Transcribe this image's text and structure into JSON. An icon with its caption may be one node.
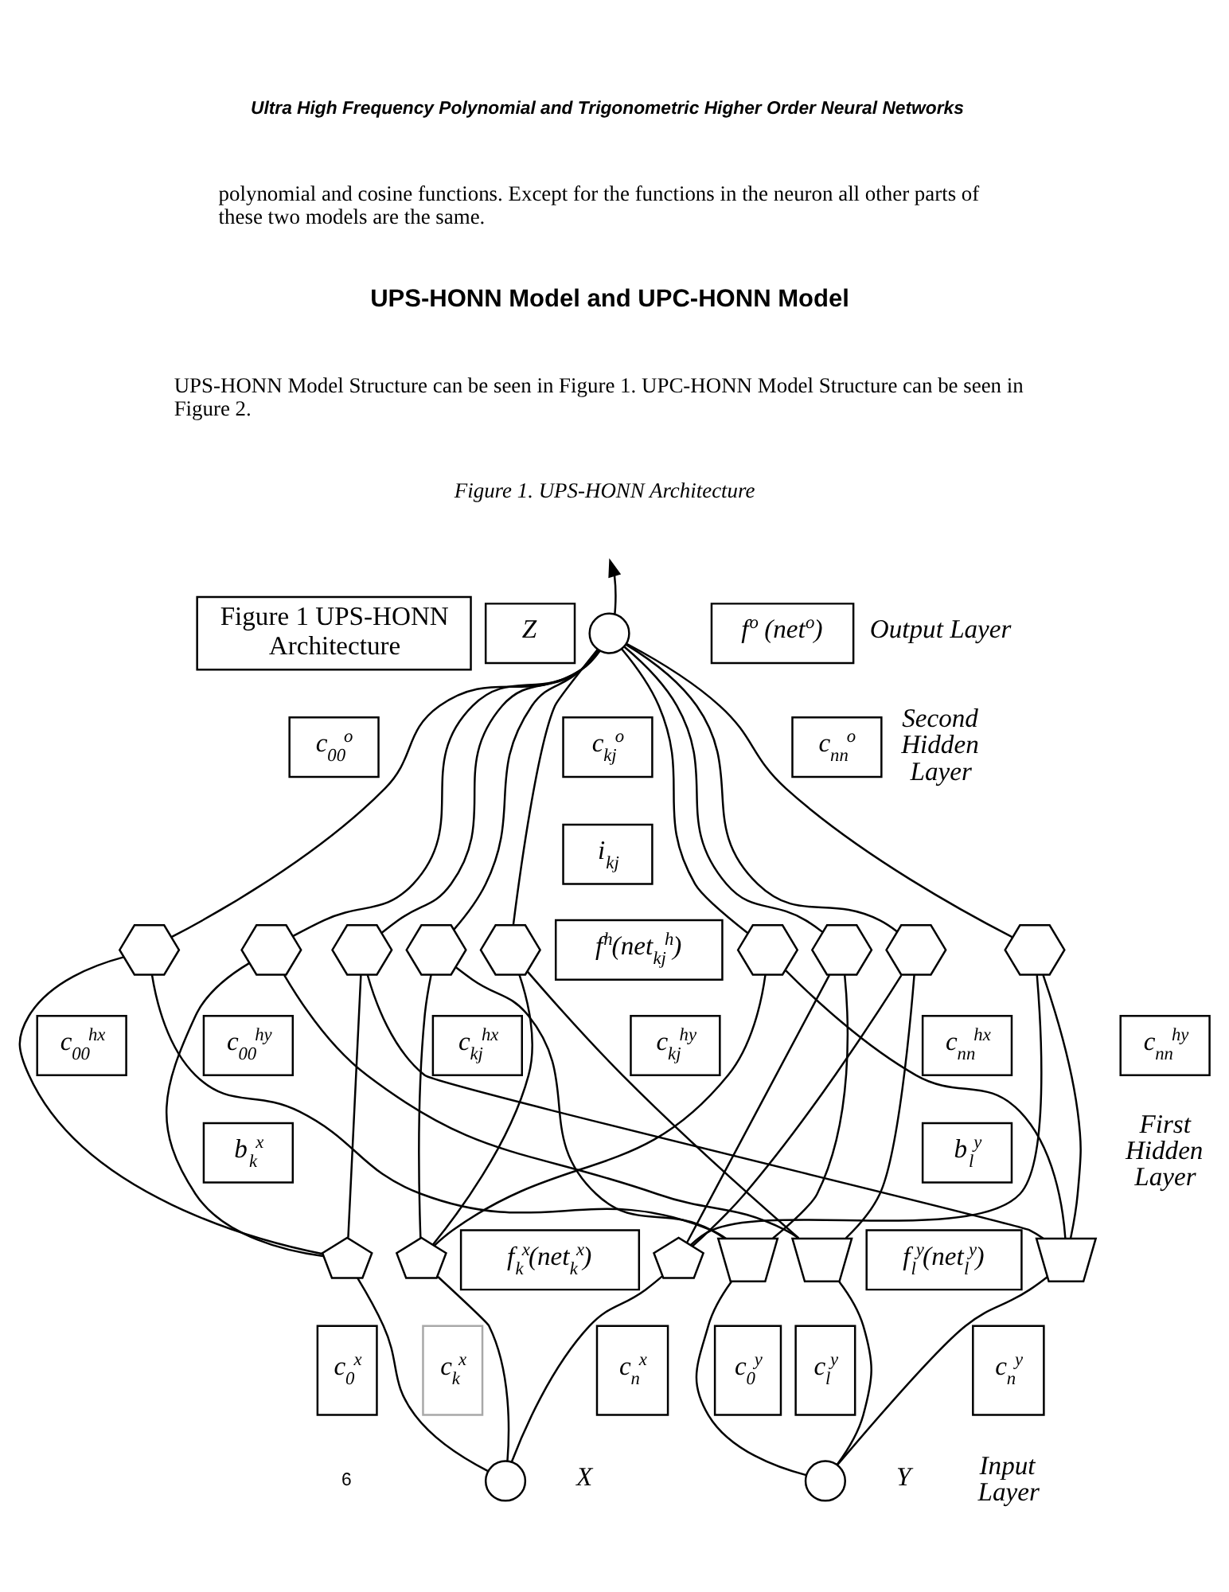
{
  "diagram": {
    "caption": "Figure 1. UPS-HONN Architecture",
    "nodes": [
      {
        "text": [
          "Figure 1 UPS-HONN Architecture"
        ]
      },
      {
        "text": [
          "Z"
        ]
      },
      {
        "text": [],
        "shape": "circle"
      },
      {
        "text": [
          "f$^{o}$ (net$^{o}$)"
        ]
      },
      {
        "text": [
          "c$_{00}$$^{o}$"
        ]
      },
      {
        "text": [
          "c$_{kj}$$^{o}$"
        ]
      },
      {
        "text": [
          "c$_{nn}$$^{o}$"
        ]
      },
      {
        "text": [
          "i$_{kj}$"
        ]
      },
      {
        "text": [],
        "shape": "hexagon"
      },
      {
        "text": [],
        "shape": "hexagon"
      },
      {
        "text": [],
        "shape": "hexagon"
      },
      {
        "text": [],
        "shape": "hexagon"
      },
      {
        "text": [],
        "shape": "hexagon"
      },
      {
        "text": [
          "f$^{h}$(net$_{kj}$$^{h}$)"
        ]
      },
      {
        "text": [],
        "shape": "hexagon"
      },
      {
        "text": [],
        "shape": "hexagon"
      },
      {
        "text": [],
        "shape": "hexagon"
      },
      {
        "text": [],
        "shape": "hexagon"
      },
      {
        "text": [
          "c$_{00}$$^{hx}$"
        ]
      },
      {
        "text": [
          "c$_{00}$$^{hy}$"
        ]
      },
      {
        "text": [
          "c$_{kj}$$^{hx}$"
        ]
      },
      {
        "text": [
          "c$_{kj}$$^{hy}$"
        ]
      },
      {
        "text": [
          "c$_{nn}$$^{hx}$"
        ]
      },
      {
        "text": [
          "c$_{nn}$$^{hy}$"
        ]
      },
      {
        "text": [
          "b$_{k}$$^{x}$"
        ]
      },
      {
        "text": [
          "b$_{l}$$^{y}$"
        ]
      },
      {
        "text": [],
        "shape": "pentagon"
      },
      {
        "text": [],
        "shape": "pentagon"
      },
      {
        "text": [
          "f$_{k}$$^{x}$(net$_{k}$$^{x}$)"
        ]
      },
      {
        "text": [],
        "shape": "pentagon"
      },
      {
        "text": [],
        "shape": "trapezoid"
      },
      {
        "text": [],
        "shape": "trapezoid"
      },
      {
        "text": [
          "f$_{l}$$^{y}$(net$_{l}$$^{y}$)"
        ]
      },
      {
        "text": [],
        "shape": "trapezoid"
      },
      {
        "text": [
          "c$_{0}$$^{x}$"
        ]
      },
      {
        "text": [
          "c$_{k}$$^{x}$"
        ]
      },
      {
        "text": [
          "c$_{n}$$^{x}$"
        ]
      },
      {
        "text": [
          "c$_{0}$$^{y}$"
        ]
      },
      {
        "text": [
          "c$_{l}$$^{y}$"
        ]
      },
      {
        "text": [
          "c$_{n}$$^{y}$"
        ]
      },
      {
        "text": [],
        "shape": "circle",
        "beside": [
          "X"
        ]
      },
      {
        "text": [],
        "shape": "circle",
        "beside": [
          "Y"
        ]
      }
    ],
    "edges": [
      {
        "from": 2,
        "to": null,
        "arrow": "to"
      },
      {
        "from": 2,
        "to": 8,
        "arrow": "none"
      },
      {
        "from": 2,
        "to": 9,
        "arrow": "none"
      },
      {
        "from": 2,
        "to": 10,
        "arrow": "none"
      },
      {
        "from": 2,
        "to": 11,
        "arrow": "none"
      },
      {
        "from": 2,
        "to": 12,
        "arrow": "none"
      },
      {
        "from": 2,
        "to": 14,
        "arrow": "none"
      },
      {
        "from": 2,
        "to": 15,
        "arrow": "none"
      },
      {
        "from": 2,
        "to": 16,
        "arrow": "none"
      },
      {
        "from": 2,
        "to": 17,
        "arrow": "none"
      },
      {
        "from": 8,
        "to": 26,
        "arrow": "none"
      },
      {
        "from": 9,
        "to": 26,
        "arrow": "none"
      },
      {
        "from": 10,
        "to": 26,
        "arrow": "none"
      },
      {
        "from": 11,
        "to": 27,
        "arrow": "none"
      },
      {
        "from": 12,
        "to": 27,
        "arrow": "none"
      },
      {
        "from": 14,
        "to": 27,
        "arrow": "none"
      },
      {
        "from": 15,
        "to": 29,
        "arrow": "none"
      },
      {
        "from": 16,
        "to": 29,
        "arrow": "none"
      },
      {
        "from": 17,
        "to": 29,
        "arrow": "none"
      },
      {
        "from": 8,
        "to": 30,
        "arrow": "none"
      },
      {
        "from": 11,
        "to": 30,
        "arrow": "none"
      },
      {
        "from": 15,
        "to": 30,
        "arrow": "none"
      },
      {
        "from": 9,
        "to": 31,
        "arrow": "none"
      },
      {
        "from": 12,
        "to": 31,
        "arrow": "none"
      },
      {
        "from": 16,
        "to": 31,
        "arrow": "none"
      },
      {
        "from": 10,
        "to": 33,
        "arrow": "none"
      },
      {
        "from": 14,
        "to": 33,
        "arrow": "none"
      },
      {
        "from": 17,
        "to": 33,
        "arrow": "none"
      },
      {
        "from": 26,
        "to": 40,
        "arrow": "none"
      },
      {
        "from": 27,
        "to": 40,
        "arrow": "none"
      },
      {
        "from": 29,
        "to": 40,
        "arrow": "none"
      },
      {
        "from": 30,
        "to": 41,
        "arrow": "none"
      },
      {
        "from": 31,
        "to": 41,
        "arrow": "none"
      },
      {
        "from": 33,
        "to": 41,
        "arrow": "none"
      }
    ],
    "labels": [
      "Ultra High Frequency Polynomial and Trigonometric Higher Order Neural Networks",
      "polynomial and cosine functions. Except for the functions in the neuron all other parts of these two models are the same.",
      "UPS-HONN Model and UPC-HONN Model",
      "UPS-HONN Model Structure can be seen in Figure 1. UPC-HONN Model Structure can be seen in Figure 2.",
      "Output Layer",
      "Second Hidden Layer",
      "First Hidden Layer",
      "Input Layer",
      "6"
    ]
  }
}
